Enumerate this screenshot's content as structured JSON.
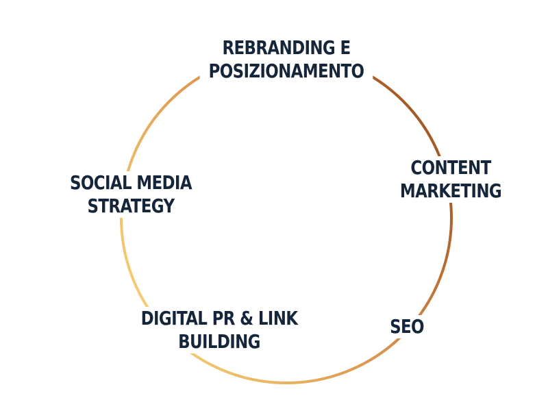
{
  "diagram": {
    "colors": {
      "text": "#16263a",
      "ring_dark": "#9a4f1c",
      "ring_mid": "#d9904a",
      "ring_light": "#f6d478",
      "background": "#ffffff"
    },
    "stages": [
      {
        "line1": "REBRANDING E",
        "line2": "POSIZIONAMENTO"
      },
      {
        "line1": "CONTENT",
        "line2": "MARKETING"
      },
      {
        "line1": "SEO",
        "line2": ""
      },
      {
        "line1": "DIGITAL PR & LINK",
        "line2": "BUILDING"
      },
      {
        "line1": "SOCIAL MEDIA",
        "line2": "STRATEGY"
      }
    ]
  }
}
